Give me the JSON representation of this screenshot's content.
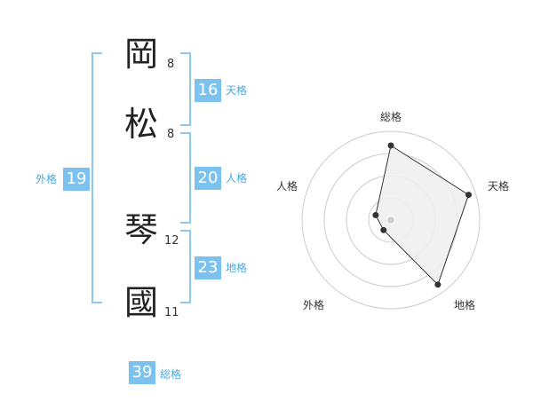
{
  "name": {
    "chars": [
      {
        "char": "岡",
        "strokes": "8"
      },
      {
        "char": "松",
        "strokes": "8"
      },
      {
        "char": "琴",
        "strokes": "12"
      },
      {
        "char": "國",
        "strokes": "11"
      }
    ]
  },
  "fortunes": {
    "tenkaku": {
      "value": "16",
      "label": "天格"
    },
    "jinkaku": {
      "value": "20",
      "label": "人格"
    },
    "chikaku": {
      "value": "23",
      "label": "地格"
    },
    "gaikaku": {
      "value": "19",
      "label": "外格"
    },
    "soukaku": {
      "value": "39",
      "label": "総格"
    }
  },
  "chart_data": {
    "type": "radar",
    "axes": [
      "総格",
      "天格",
      "地格",
      "外格",
      "人格"
    ],
    "values": [
      0.84,
      0.92,
      0.9,
      0.14,
      0.18
    ],
    "ring_count": 4,
    "colors": {
      "fill": "#eeeeee",
      "stroke": "#333333",
      "grid": "#cccccc",
      "point": "#333333",
      "center": "#cccccc"
    }
  }
}
